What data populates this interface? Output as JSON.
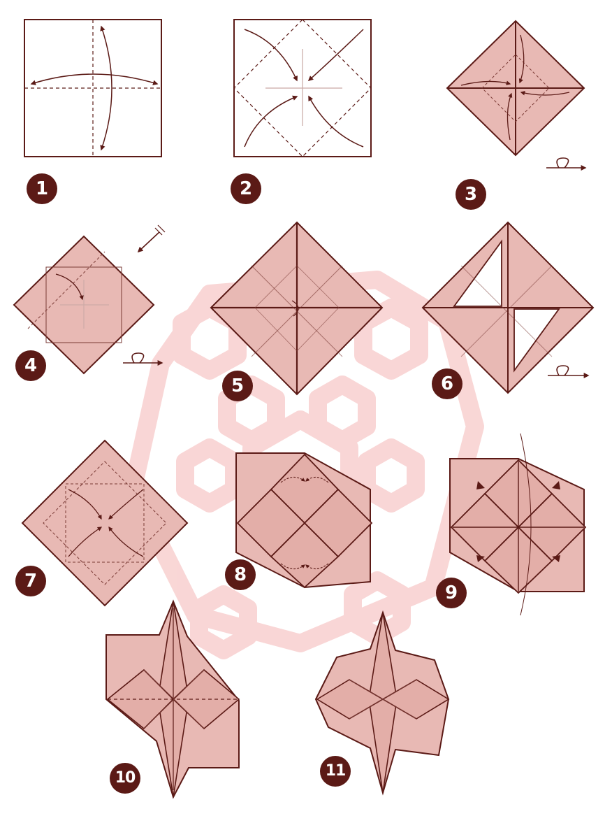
{
  "colors": {
    "paper": "#e8b9b4",
    "paper_back": "#ffffff",
    "line": "#5b1a16",
    "crease": "#7a3a35",
    "watermark": "#f8d0cf",
    "badge": "#5b1a16"
  },
  "steps": [
    {
      "label": "1"
    },
    {
      "label": "2"
    },
    {
      "label": "3"
    },
    {
      "label": "4"
    },
    {
      "label": "5"
    },
    {
      "label": "6"
    },
    {
      "label": "7"
    },
    {
      "label": "8"
    },
    {
      "label": "9"
    },
    {
      "label": "10"
    },
    {
      "label": "11"
    }
  ],
  "icons": {
    "turn_over": "turn-over-icon",
    "arrow": "fold-arrow-icon"
  }
}
